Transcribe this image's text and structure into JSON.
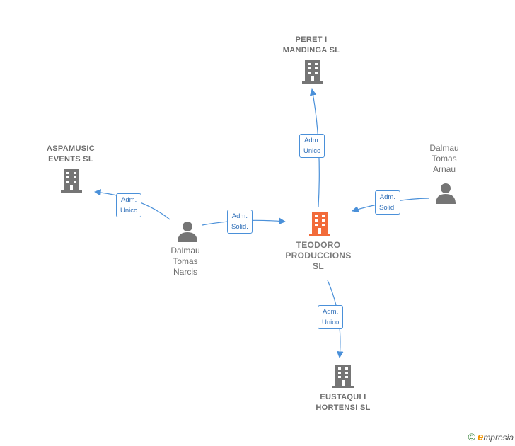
{
  "colors": {
    "edge": "#4a90d9",
    "node_gray": "#757575",
    "node_main": "#f26b3a"
  },
  "nodes": {
    "peret": {
      "label": "PERET I\nMANDINGA  SL",
      "icon": "building-icon"
    },
    "aspamusic": {
      "label": "ASPAMUSIC\nEVENTS  SL",
      "icon": "building-icon"
    },
    "teodoro": {
      "label": "TEODORO\nPRODUCCIONS\nSL",
      "icon": "building-icon"
    },
    "eustaqui": {
      "label": "EUSTAQUI I\nHORTENSI  SL",
      "icon": "building-icon"
    },
    "narcis": {
      "label": "Dalmau\nTomas\nNarcis",
      "icon": "person-icon"
    },
    "arnau": {
      "label": "Dalmau\nTomas\nArnau",
      "icon": "person-icon"
    }
  },
  "edges": {
    "teodoro_peret": "Adm.\nUnico",
    "narcis_aspamusic": "Adm.\nUnico",
    "narcis_teodoro": "Adm.\nSolid.",
    "arnau_teodoro": "Adm.\nSolid.",
    "teodoro_eustaqui": "Adm.\nUnico"
  },
  "footer": {
    "copyright": "©",
    "brand_initial": "e",
    "brand_rest": "mpresia"
  }
}
